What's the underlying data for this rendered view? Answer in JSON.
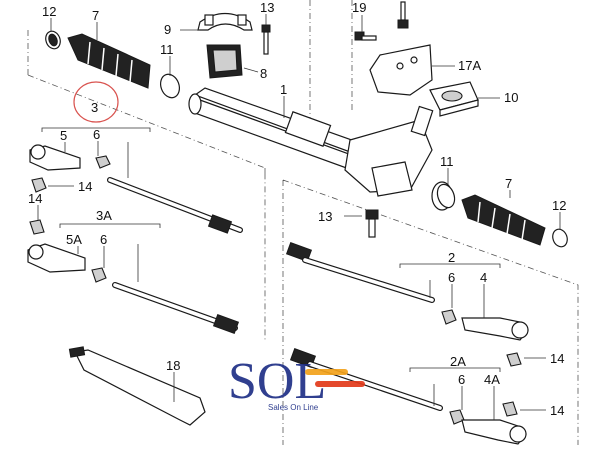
{
  "callouts": {
    "c12a": "12",
    "c7a": "7",
    "c9": "9",
    "c13a": "13",
    "c19": "19",
    "c11a": "11",
    "c8": "8",
    "c17a": "17A",
    "c1": "1",
    "c10": "10",
    "c3": "3",
    "c5": "5",
    "c6a": "6",
    "c14a": "14",
    "c11b": "11",
    "c7b": "7",
    "c14b": "14",
    "c13b": "13",
    "c12b": "12",
    "c3a": "3A",
    "c5a": "5A",
    "c6b": "6",
    "c2": "2",
    "c6c": "6",
    "c4": "4",
    "c14c": "14",
    "c18": "18",
    "c2a": "2A",
    "c6d": "6",
    "c4a": "4A",
    "c14d": "14"
  },
  "logo": {
    "brand": "SOL",
    "tagline": "Sales On Line",
    "colors": {
      "navy": "#1f2f86",
      "orange": "#f2a21c",
      "red": "#e23a1b"
    }
  },
  "highlight_color": "#d9534f"
}
